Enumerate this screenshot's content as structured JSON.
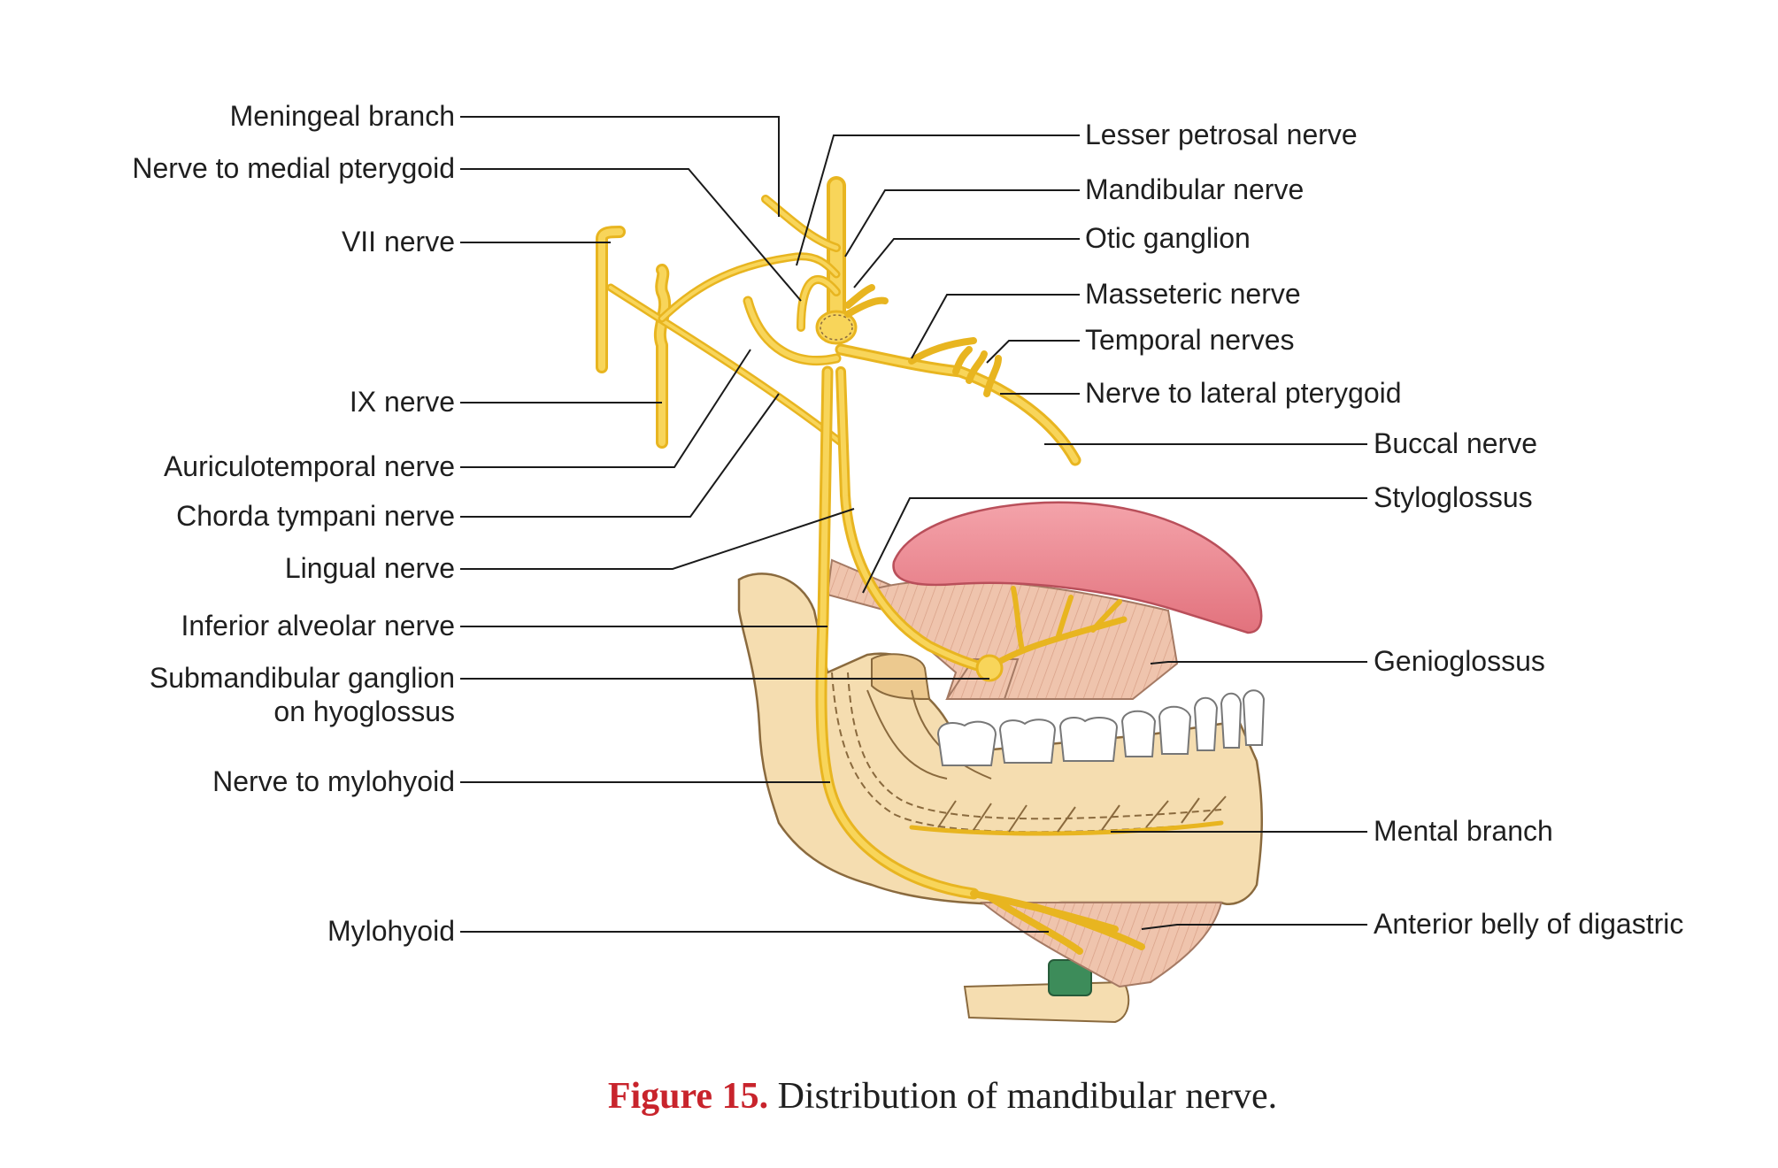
{
  "labels_left": [
    "Meningeal branch",
    "Nerve to medial pterygoid",
    "VII nerve",
    "IX nerve",
    "Auriculotemporal nerve",
    "Chorda tympani nerve",
    "Lingual nerve",
    "Inferior alveolar nerve",
    "Submandibular ganglion",
    "on hyoglossus",
    "Nerve to mylohyoid",
    "Mylohyoid"
  ],
  "labels_right": [
    "Lesser petrosal nerve",
    "Mandibular nerve",
    "Otic ganglion",
    "Masseteric nerve",
    "Temporal nerves",
    "Nerve to lateral pterygoid",
    "Buccal nerve",
    "Styloglossus",
    "Genioglossus",
    "Mental branch",
    "Anterior belly of digastric"
  ],
  "caption": {
    "number": "Figure 15.",
    "text": " Distribution of mandibular nerve."
  },
  "colors": {
    "nerve": "#f2c53d",
    "tongue": "#e98a92",
    "muscle": "#efc4ad",
    "bone": "#f5ddb0",
    "hyoid_body": "#3d8c5a",
    "caption_number": "#c8242c",
    "caption_text": "#1f1f1f"
  }
}
